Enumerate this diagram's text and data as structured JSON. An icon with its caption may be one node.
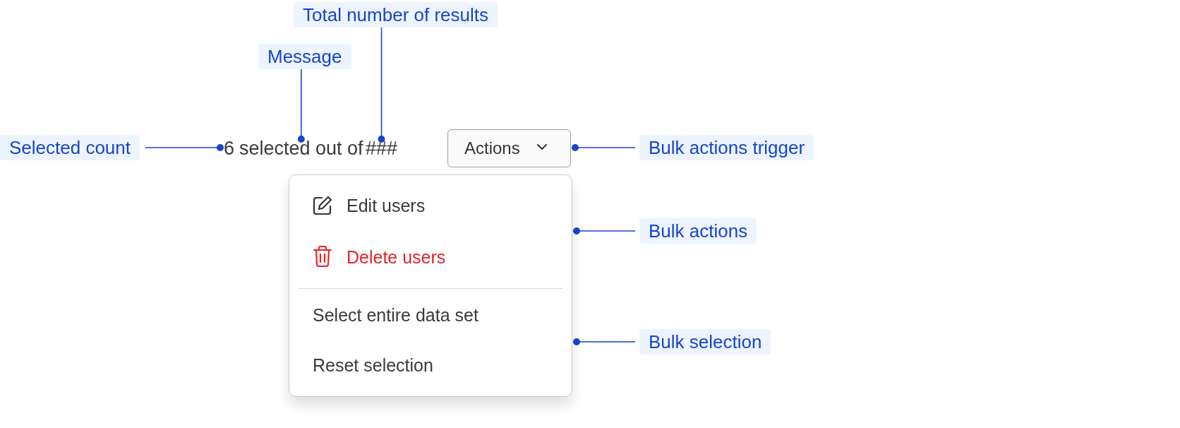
{
  "diagram": {
    "nodes": [
      {
        "text": [
          "Total number of results"
        ]
      },
      {
        "text": [
          "Message"
        ]
      },
      {
        "text": [
          "Selected count"
        ]
      },
      {
        "text": [
          "6"
        ]
      },
      {
        "text": [
          "selected out of"
        ]
      },
      {
        "text": [
          "###"
        ]
      },
      {
        "text": [
          "Actions"
        ]
      },
      {
        "text": [
          "Bulk actions trigger"
        ]
      },
      {
        "text": [],
        "shape": "box"
      },
      {
        "text": [
          "Edit users"
        ],
        "in": 8
      },
      {
        "text": [
          "Delete users"
        ],
        "in": 8
      },
      {
        "text": [
          "Select entire data set"
        ],
        "in": 8
      },
      {
        "text": [
          "Reset selection"
        ],
        "in": 8
      },
      {
        "text": [
          "Bulk actions"
        ]
      },
      {
        "text": [
          "Bulk selection"
        ]
      }
    ],
    "edges": [
      {
        "from": 0,
        "to": 5,
        "arrow": "other"
      },
      {
        "from": 1,
        "to": 4,
        "arrow": "other"
      },
      {
        "from": 2,
        "to": 3,
        "arrow": "other"
      },
      {
        "from": 7,
        "to": 6,
        "arrow": "other"
      },
      {
        "from": 13,
        "to": 8,
        "arrow": "other"
      },
      {
        "from": 14,
        "to": 8,
        "arrow": "other"
      }
    ]
  }
}
